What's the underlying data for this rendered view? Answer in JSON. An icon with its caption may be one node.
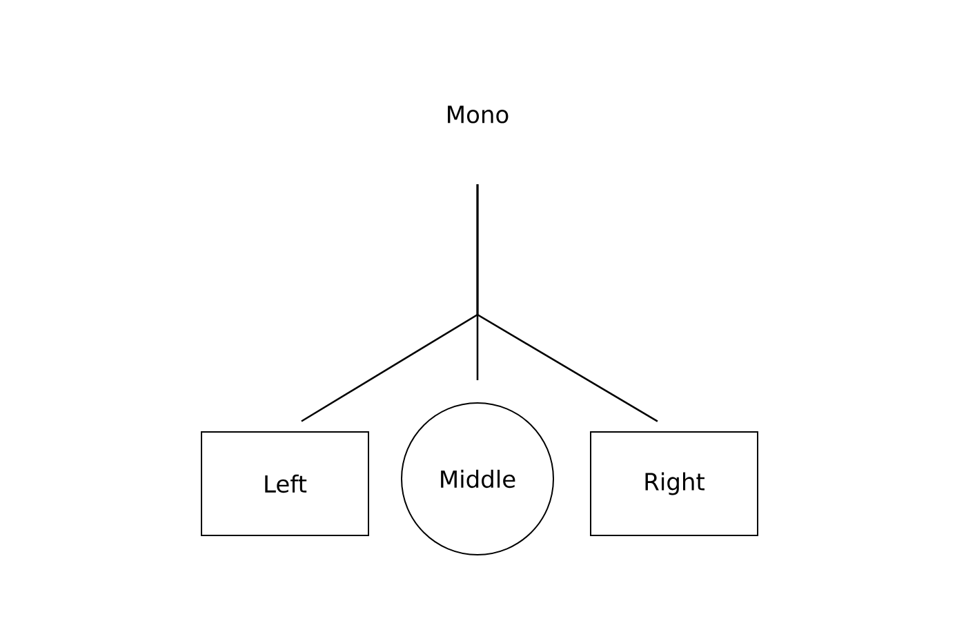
{
  "diagram": {
    "nodes": [
      {
        "text": [
          "Mono"
        ]
      },
      {
        "text": [
          "Left"
        ]
      },
      {
        "text": [
          "Middle"
        ]
      },
      {
        "text": [
          "Right"
        ]
      }
    ],
    "edges": [
      {
        "from": 0,
        "to": 1,
        "arrow": "none"
      },
      {
        "from": 0,
        "to": 2,
        "arrow": "none"
      },
      {
        "from": 0,
        "to": 3,
        "arrow": "none"
      }
    ]
  }
}
